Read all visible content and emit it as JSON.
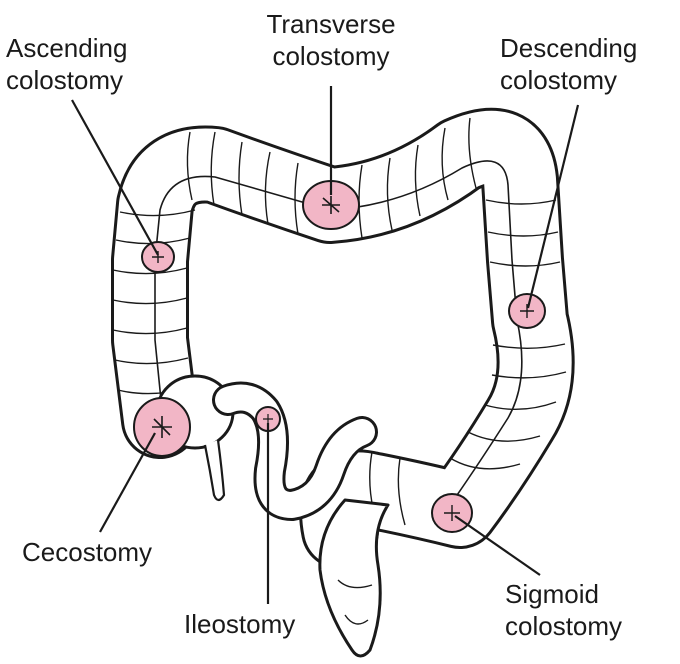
{
  "labels": {
    "ascending": {
      "line1": "Ascending",
      "line2": "colostomy"
    },
    "transverse": {
      "line1": "Transverse",
      "line2": "colostomy"
    },
    "descending": {
      "line1": "Descending",
      "line2": "colostomy"
    },
    "cecostomy": "Cecostomy",
    "ileostomy": "Ileostomy",
    "sigmoid": {
      "line1": "Sigmoid",
      "line2": "colostomy"
    }
  },
  "colors": {
    "outline": "#1a1a1a",
    "bowel_fill": "#ffffff",
    "stoma_fill": "#f2b6c6",
    "stoma_shade": "#e08aa3",
    "background": "#ffffff"
  }
}
